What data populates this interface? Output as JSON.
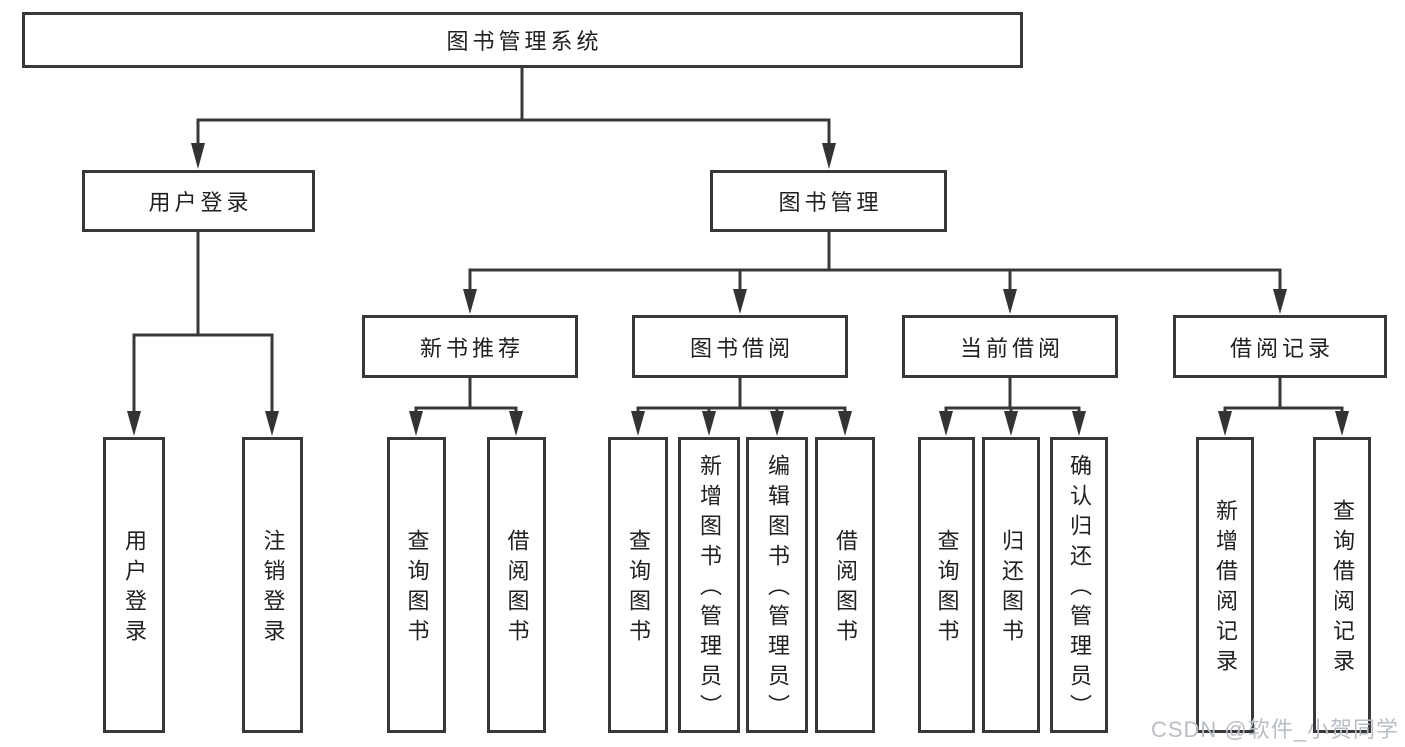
{
  "tree": {
    "label": "图书管理系统",
    "children": [
      {
        "label": "用户登录",
        "children": [
          {
            "label": "用户登录"
          },
          {
            "label": "注销登录"
          }
        ]
      },
      {
        "label": "图书管理",
        "children": [
          {
            "label": "新书推荐",
            "children": [
              {
                "label": "查询图书"
              },
              {
                "label": "借阅图书"
              }
            ]
          },
          {
            "label": "图书借阅",
            "children": [
              {
                "label": "查询图书"
              },
              {
                "label": "新增图书（管理员）"
              },
              {
                "label": "编辑图书（管理员）"
              },
              {
                "label": "借阅图书"
              }
            ]
          },
          {
            "label": "当前借阅",
            "children": [
              {
                "label": "查询图书"
              },
              {
                "label": "归还图书"
              },
              {
                "label": "确认归还（管理员）"
              }
            ]
          },
          {
            "label": "借阅记录",
            "children": [
              {
                "label": "新增借阅记录"
              },
              {
                "label": "查询借阅记录"
              }
            ]
          }
        ]
      }
    ]
  },
  "watermark": {
    "text": "CSDN @软件_小贺同学"
  },
  "colors": {
    "line": "#383838",
    "box_border": "#383838",
    "text": "#212121",
    "watermark": "#b9bdc6",
    "background": "#ffffff"
  }
}
